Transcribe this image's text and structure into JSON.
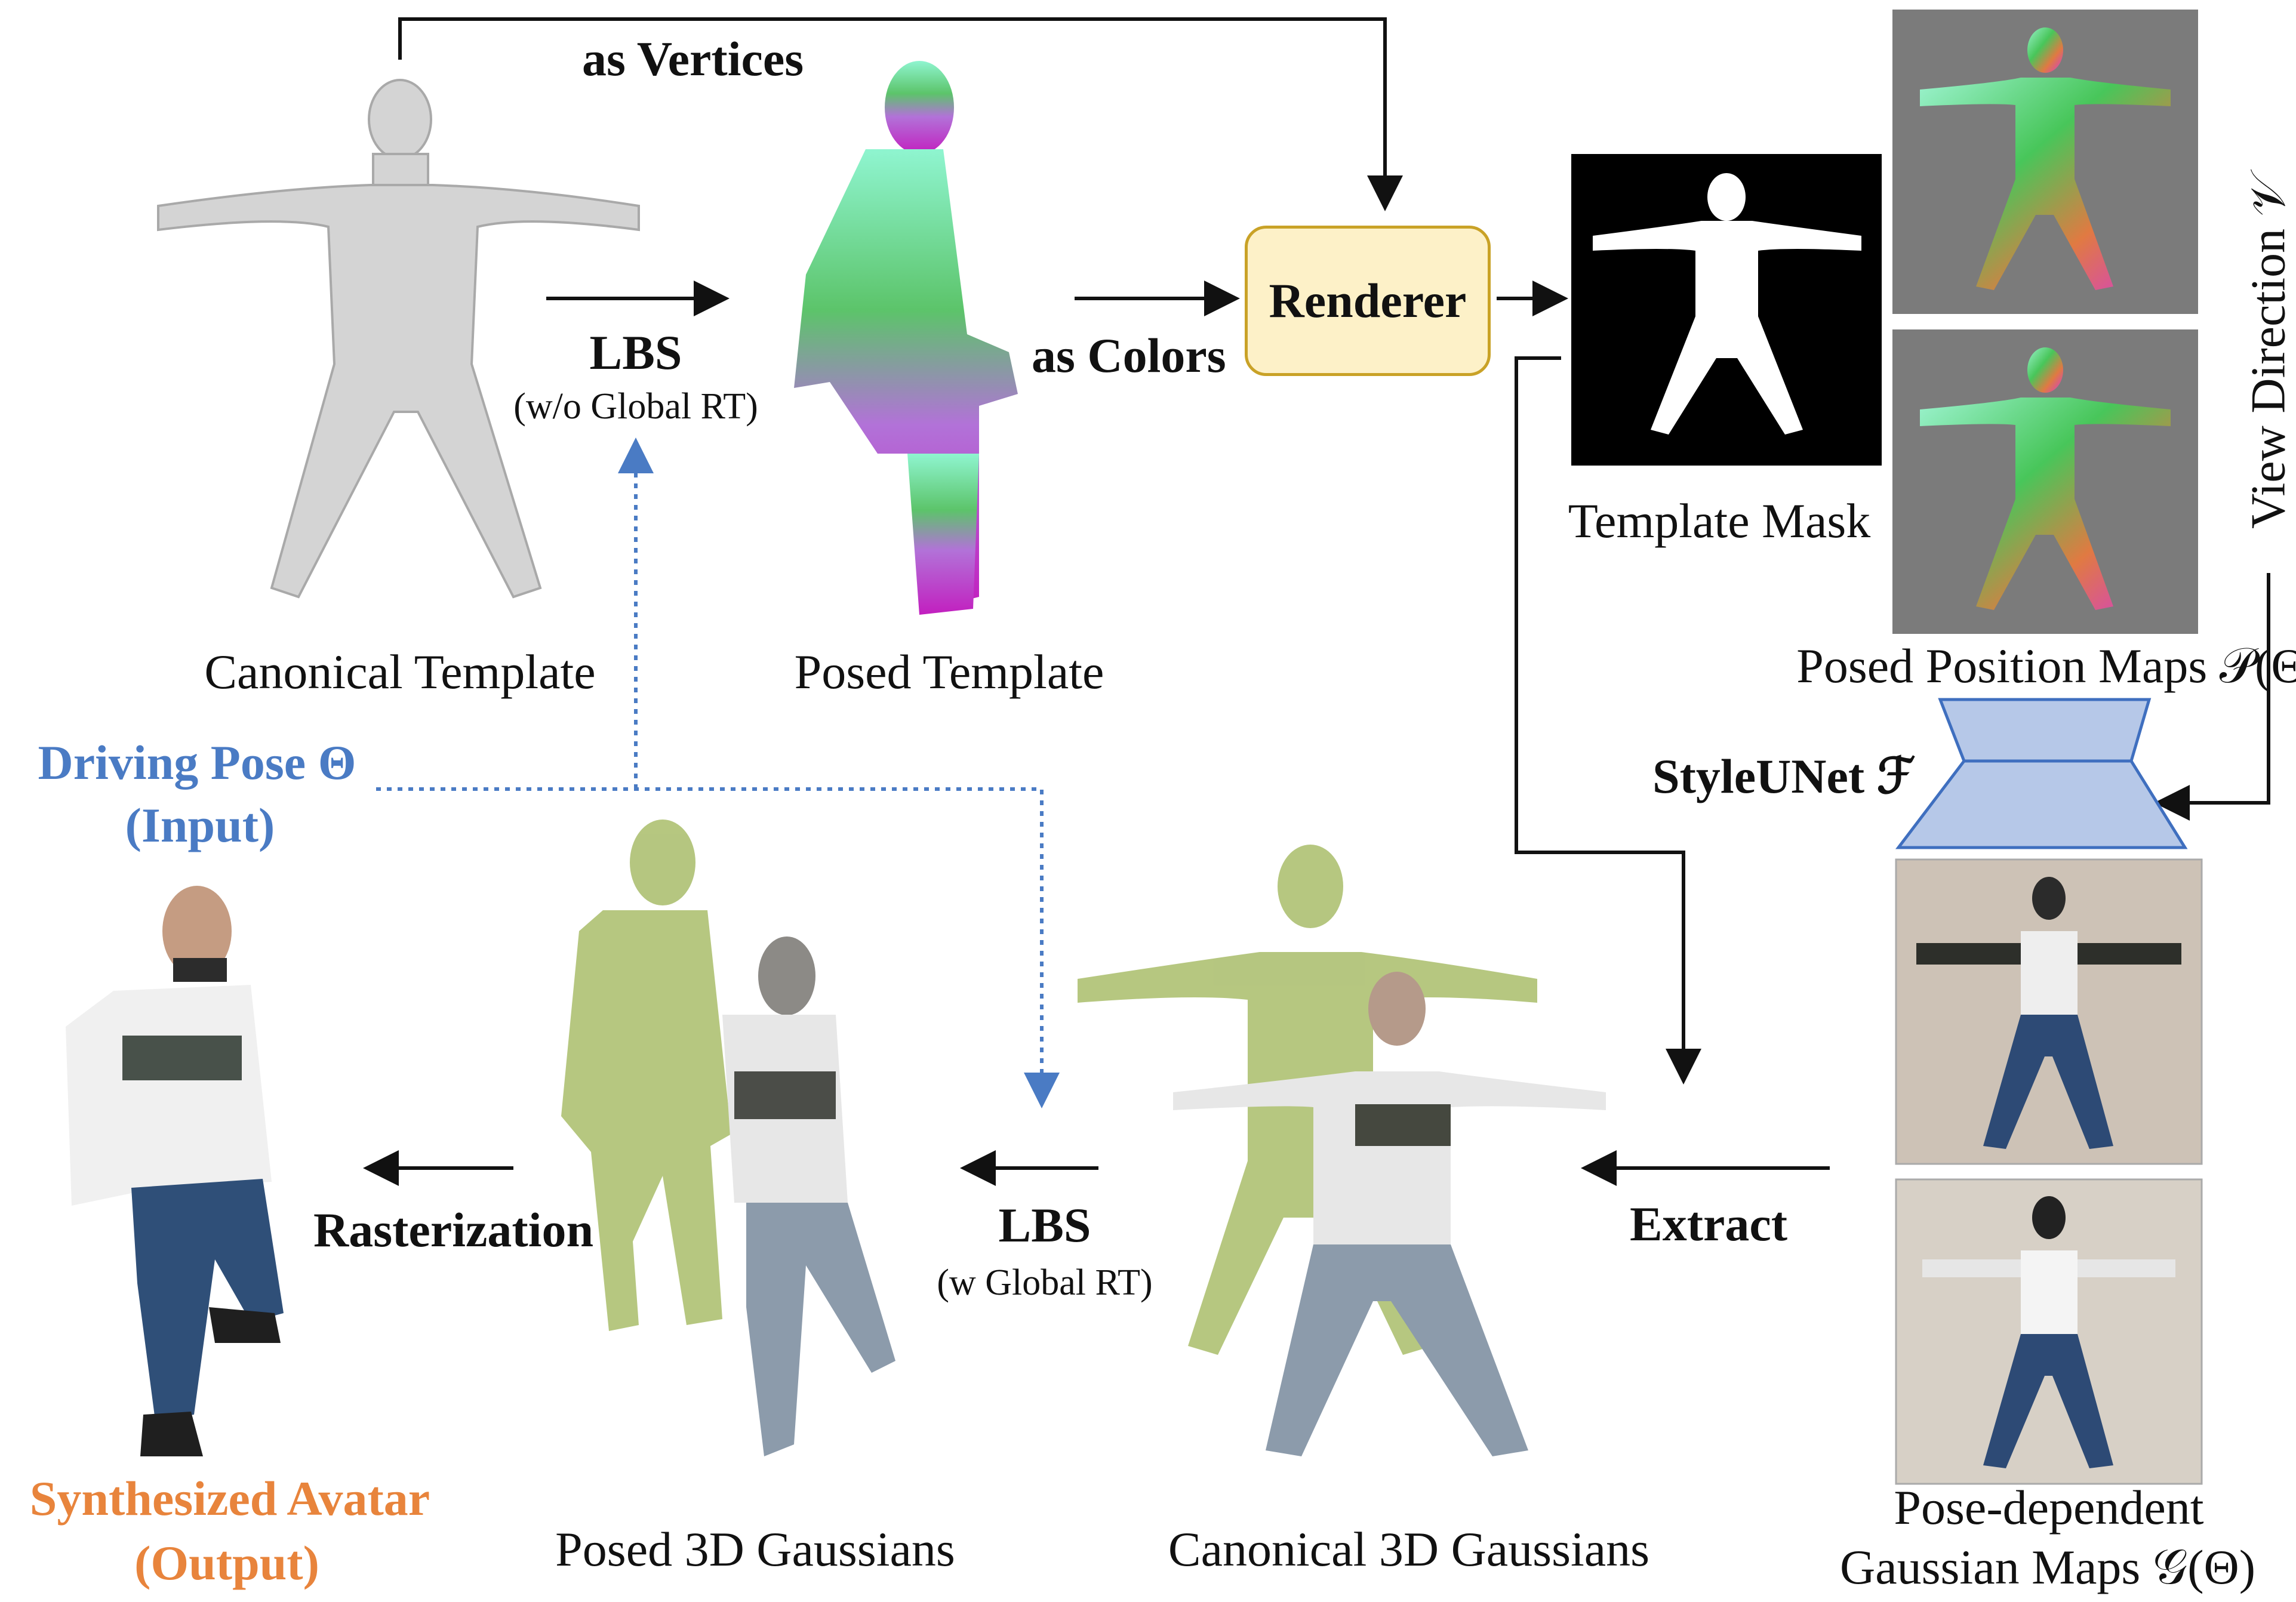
{
  "labels": {
    "as_vertices": "as Vertices",
    "lbs_top": "LBS",
    "lbs_top_sub": "(w/o Global RT)",
    "as_colors": "as Colors",
    "renderer": "Renderer",
    "template_mask": "Template Mask",
    "view_direction": "View Direction 𝒱",
    "canonical_template": "Canonical Template",
    "posed_template": "Posed Template",
    "posed_position_maps": "Posed Position Maps 𝒫(Θ)",
    "driving_pose": "Driving Pose Θ",
    "input": "(Input)",
    "styleunet": "StyleUNet ℱ",
    "rasterization": "Rasterization",
    "lbs_bottom": "LBS",
    "lbs_bottom_sub": "(w Global RT)",
    "extract": "Extract",
    "synthesized_avatar": "Synthesized Avatar",
    "output": "(Output)",
    "posed_3d_gaussians": "Posed 3D Gaussians",
    "canonical_3d_gaussians": "Canonical 3D Gaussians",
    "pose_dependent": "Pose-dependent",
    "gaussian_maps": "Gaussian Maps 𝒢(Θ)"
  },
  "colors": {
    "input_blue": "#4a7bc4",
    "output_orange": "#e8843c",
    "renderer_fill": "#fdf1c8",
    "renderer_border": "#c9a227",
    "unet_fill": "#b6c8e8",
    "unet_stroke": "#3f6fbf",
    "mask_background": "#000000",
    "position_map_background": "#7b7b7b",
    "template_gray": "#d4d4d4",
    "gaussian_green": "#a9bd6a"
  }
}
